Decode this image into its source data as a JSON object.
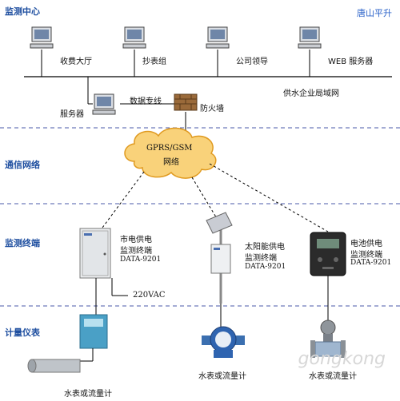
{
  "brand": "唐山平升",
  "sections": {
    "monitor_center": "监测中心",
    "network": "通信网络",
    "terminal": "监测终端",
    "meter": "计量仪表"
  },
  "center": {
    "pcs": [
      "收费大厅",
      "抄表组",
      "公司领导",
      "WEB 服务器"
    ],
    "lan_label": "供水企业局域网",
    "server_label": "服务器",
    "dedicated_line": "数据专线",
    "firewall": "防火墙"
  },
  "network": {
    "cloud_line1": "GPRS/GSM",
    "cloud_line2": "网络"
  },
  "terminals": [
    {
      "line1": "市电供电",
      "line2": "监测终端",
      "line3": "DATA-9201",
      "extra": "220VAC"
    },
    {
      "line1": "太阳能供电",
      "line2": "监测终端",
      "line3": "DATA-9201"
    },
    {
      "line1": "电池供电",
      "line2": "监测终端",
      "line3": "DATA-9201"
    }
  ],
  "meters": [
    "水表或流量计",
    "水表或流量计",
    "水表或流量计"
  ],
  "watermark": "gongkong"
}
